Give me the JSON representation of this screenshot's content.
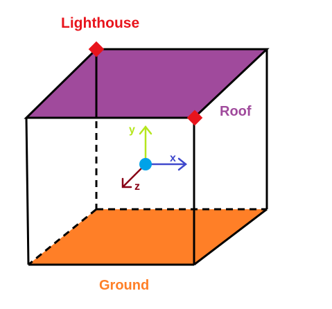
{
  "labels": {
    "lighthouse": "Lighthouse",
    "roof": "Roof",
    "ground": "Ground"
  },
  "axes": {
    "x": "x",
    "y": "y",
    "z": "z"
  },
  "colors": {
    "roof_fill": "#a04a9c",
    "ground_fill": "#ff7f27",
    "edge": "#000000",
    "marker": "#e8141c",
    "lighthouse_label": "#e8141c",
    "roof_label": "#a04a9c",
    "ground_label": "#ff7f27",
    "axis_x": "#3f48cc",
    "axis_y": "#b5e61d",
    "axis_z": "#880015",
    "origin": "#00a2e8",
    "background": "#ffffff"
  }
}
